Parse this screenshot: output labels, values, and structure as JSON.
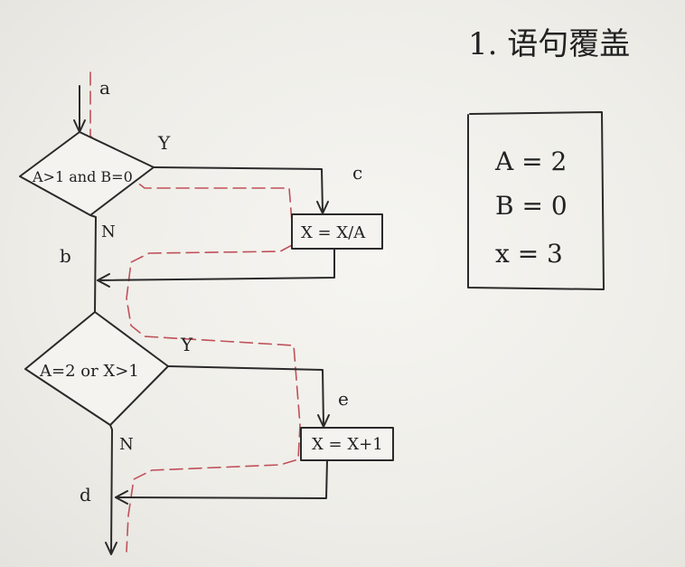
{
  "title": "1. 语句覆盖",
  "flowchart": {
    "label_a": "a",
    "label_b": "b",
    "label_c": "c",
    "label_d": "d",
    "label_e": "e",
    "decision1": "A>1 and B=0",
    "decision2": "A=2 or X>1",
    "process1": "X = X/A",
    "process2": "X = X+1",
    "yes1": "Y",
    "no1": "N",
    "yes2": "Y",
    "no2": "N"
  },
  "test_case": {
    "values": [
      "A = 2",
      "B = 0",
      "x = 3"
    ]
  },
  "colors": {
    "ink": "#2a2a2a",
    "path": "#c0505a",
    "paper": "#f1f0ec"
  }
}
